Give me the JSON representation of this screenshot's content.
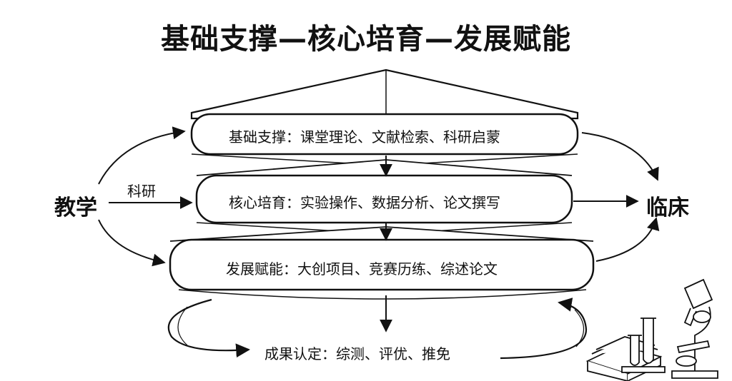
{
  "title": "基础支撑—核心培育—发展赋能",
  "left_label": "教学",
  "right_label": "临床",
  "research_label": "科研",
  "layers": {
    "foundation": "基础支撑：课堂理论、文献检索、科研启蒙",
    "core": "核心培育：实验操作、数据分析、论文撰写",
    "development": "发展赋能：大创项目、竞赛历练、综述论文"
  },
  "outcome": "成果认定：综测、评优、推免",
  "icons": [
    "books-icon",
    "test-tubes-icon",
    "microscope-icon"
  ],
  "colors": {
    "ink": "#111111",
    "background": "#ffffff"
  }
}
